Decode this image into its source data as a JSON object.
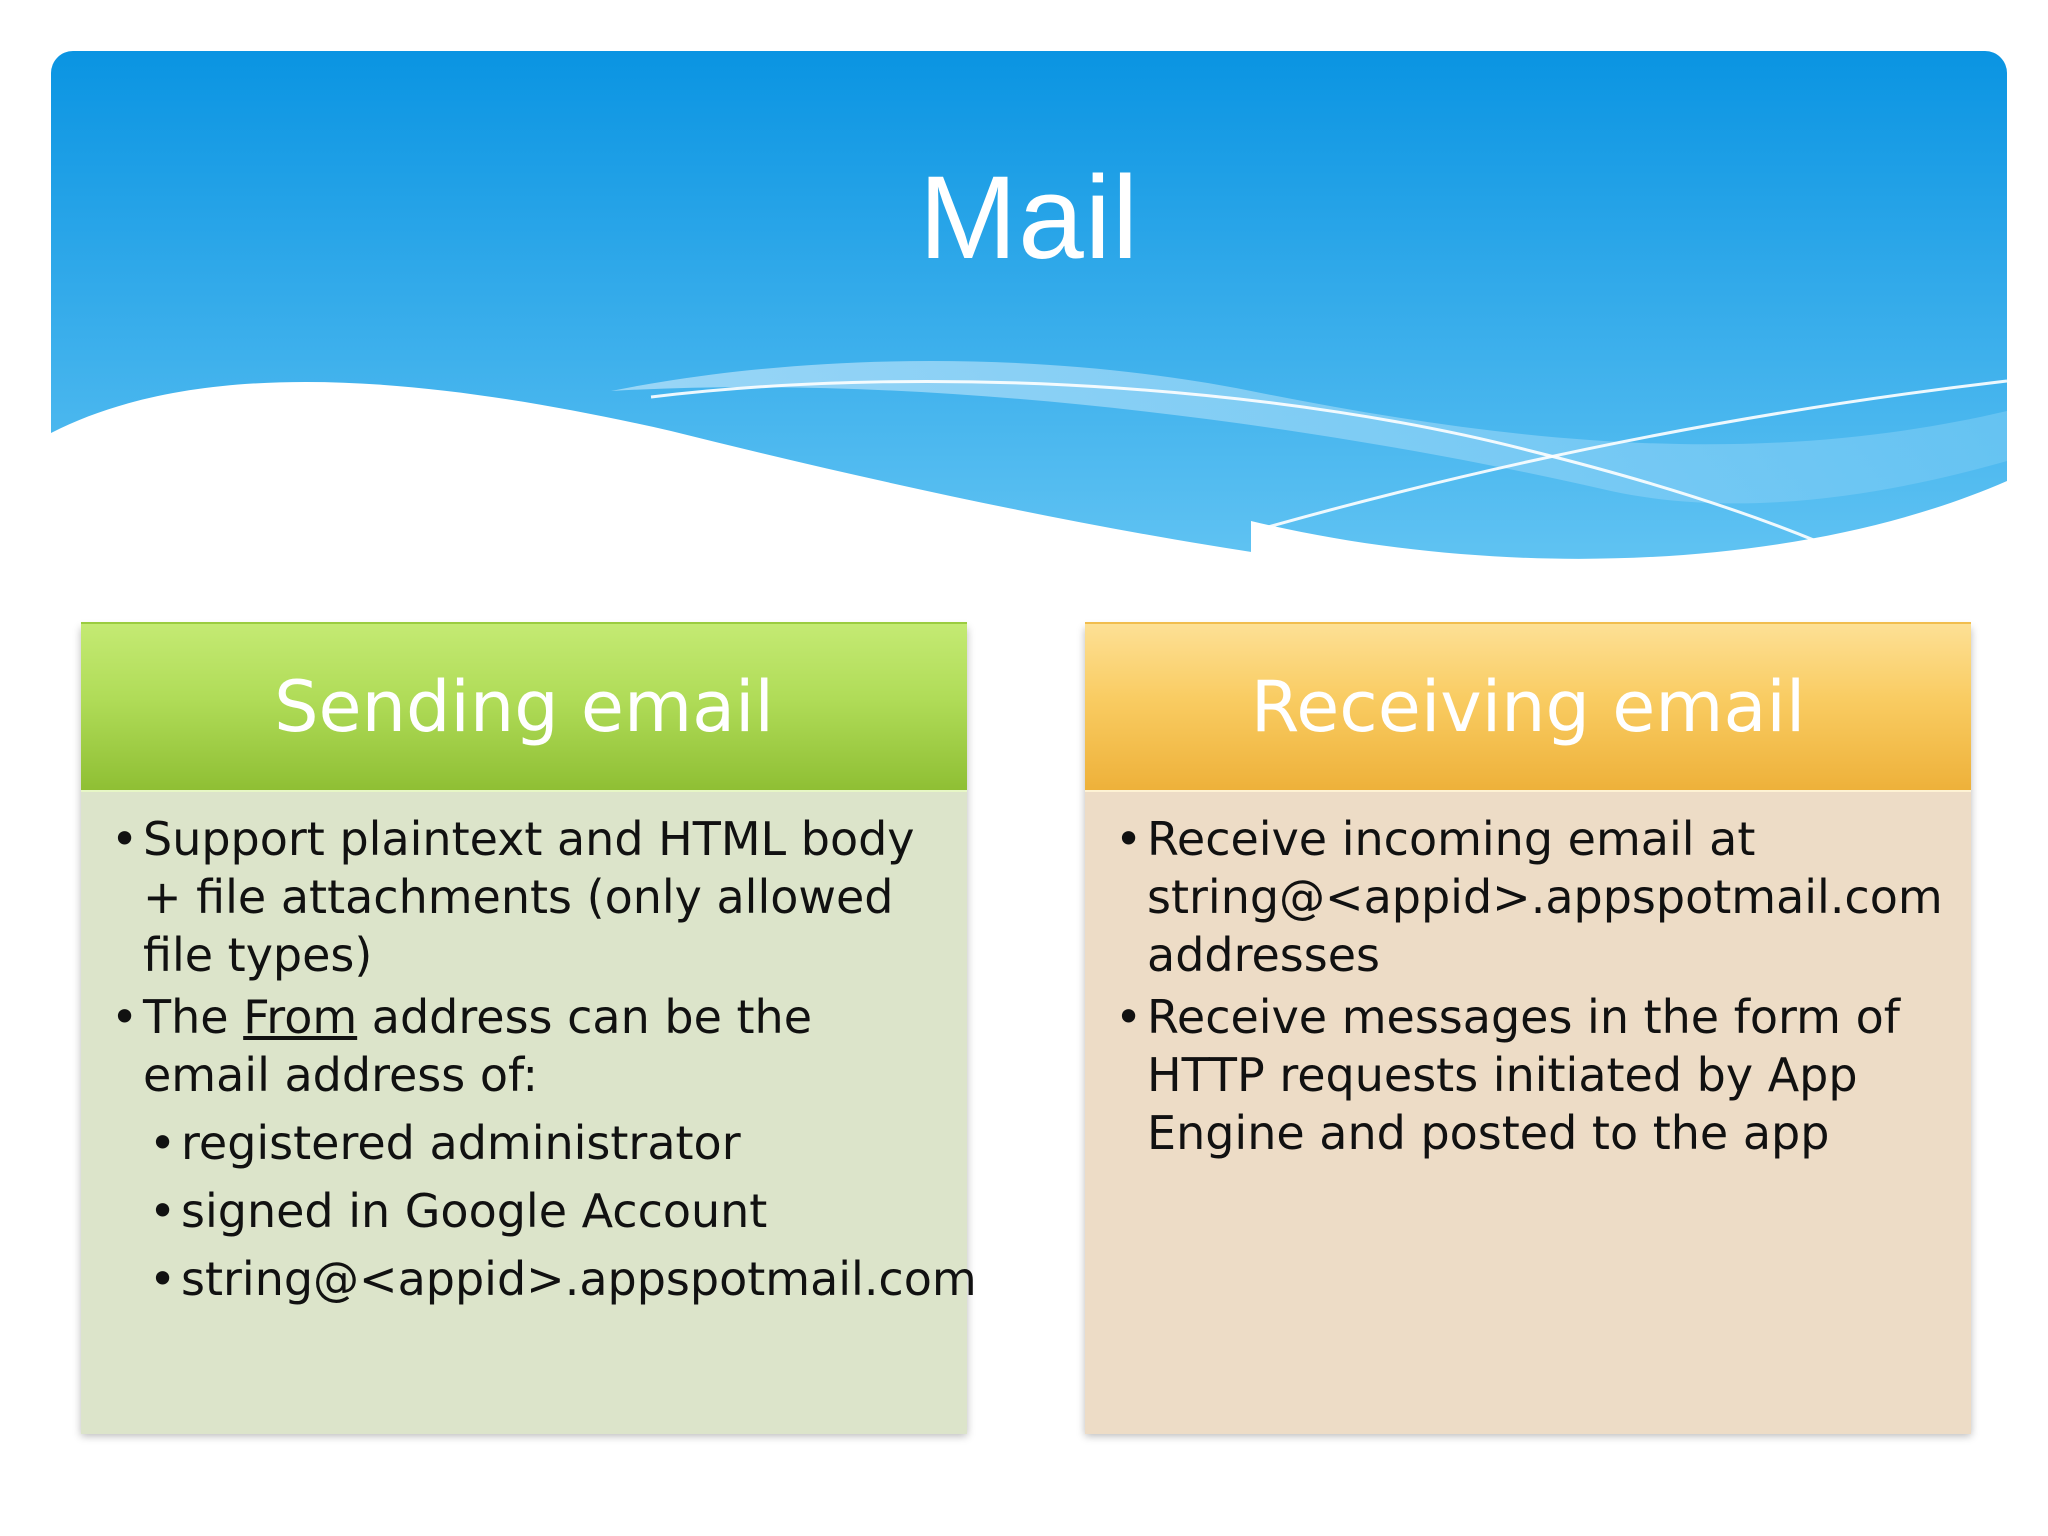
{
  "slide": {
    "title": "Mail"
  },
  "colors": {
    "banner_top": "#0a94e2",
    "banner_bottom": "#5cc0f2",
    "sending_header": "#9fcd43",
    "sending_body": "#dce4ca",
    "receiving_header": "#f5c04e",
    "receiving_body": "#eddcc6"
  },
  "sending": {
    "heading": "Sending email",
    "bullets": [
      {
        "text": "Support plaintext and HTML body + file attachments (only allowed file types)"
      },
      {
        "text_before": "The ",
        "underlined": "From",
        "text_after": " address can be the email address of:"
      }
    ],
    "sub_bullets": [
      "registered administrator",
      "signed in Google Account",
      "string@<appid>.appspotmail.com"
    ]
  },
  "receiving": {
    "heading": "Receiving email",
    "bullets": [
      "Receive incoming email at string@<appid>.appspotmail.com addresses",
      "Receive messages in the form of HTTP requests initiated by App Engine and posted to the app"
    ]
  }
}
